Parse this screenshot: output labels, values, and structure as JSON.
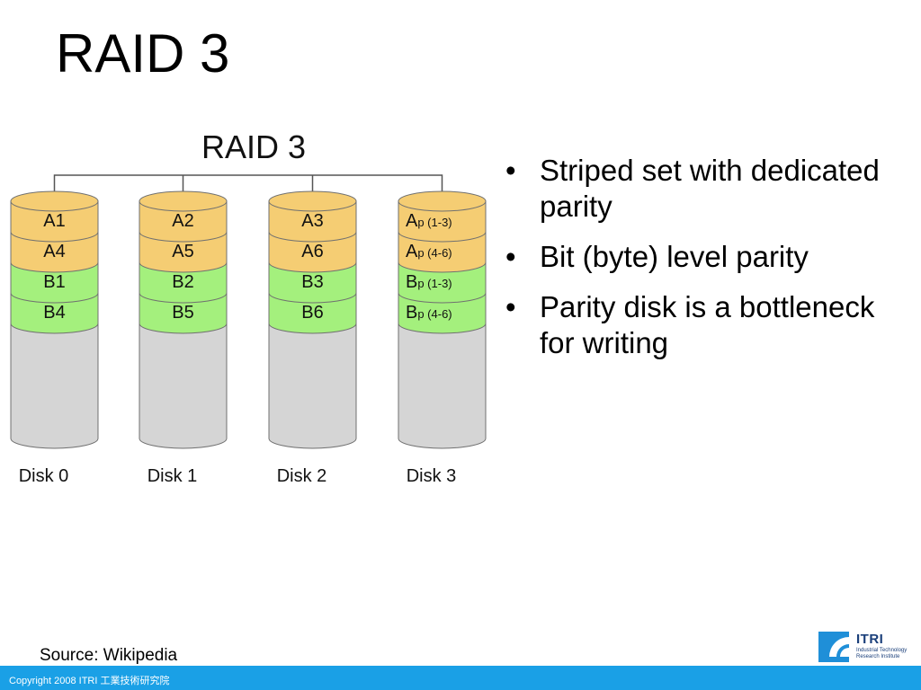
{
  "slide": {
    "title": "RAID 3"
  },
  "diagram": {
    "title": "RAID 3",
    "colors": {
      "a_block": "#f5cd73",
      "b_block": "#a4f07d",
      "empty": "#d5d5d5",
      "stroke": "#707070"
    },
    "disks": [
      {
        "label": "Disk 0",
        "blocks": [
          {
            "main": "A1",
            "sub": "",
            "group": "a"
          },
          {
            "main": "A4",
            "sub": "",
            "group": "a"
          },
          {
            "main": "B1",
            "sub": "",
            "group": "b"
          },
          {
            "main": "B4",
            "sub": "",
            "group": "b"
          }
        ]
      },
      {
        "label": "Disk 1",
        "blocks": [
          {
            "main": "A2",
            "sub": "",
            "group": "a"
          },
          {
            "main": "A5",
            "sub": "",
            "group": "a"
          },
          {
            "main": "B2",
            "sub": "",
            "group": "b"
          },
          {
            "main": "B5",
            "sub": "",
            "group": "b"
          }
        ]
      },
      {
        "label": "Disk 2",
        "blocks": [
          {
            "main": "A3",
            "sub": "",
            "group": "a"
          },
          {
            "main": "A6",
            "sub": "",
            "group": "a"
          },
          {
            "main": "B3",
            "sub": "",
            "group": "b"
          },
          {
            "main": "B6",
            "sub": "",
            "group": "b"
          }
        ]
      },
      {
        "label": "Disk 3",
        "blocks": [
          {
            "main": "A",
            "sub": "p (1-3)",
            "group": "a"
          },
          {
            "main": "A",
            "sub": "p (4-6)",
            "group": "a"
          },
          {
            "main": "B",
            "sub": "p (1-3)",
            "group": "b"
          },
          {
            "main": "B",
            "sub": "p (4-6)",
            "group": "b"
          }
        ]
      }
    ]
  },
  "bullets": [
    {
      "symbol": "•",
      "text": "Striped set with dedicated parity"
    },
    {
      "symbol": "•",
      "text": "Bit (byte) level parity"
    },
    {
      "symbol": "•",
      "text": "Parity disk is a bottleneck for writing"
    }
  ],
  "source": "Source: Wikipedia",
  "logo": {
    "name": "ITRI",
    "subtitle": "Industrial Technology Research Institute",
    "icon": "itri-logo-icon"
  },
  "footer": {
    "copyright": "Copyright 2008 ITRI 工業技術研究院",
    "bar_color": "#1aa0e6"
  }
}
